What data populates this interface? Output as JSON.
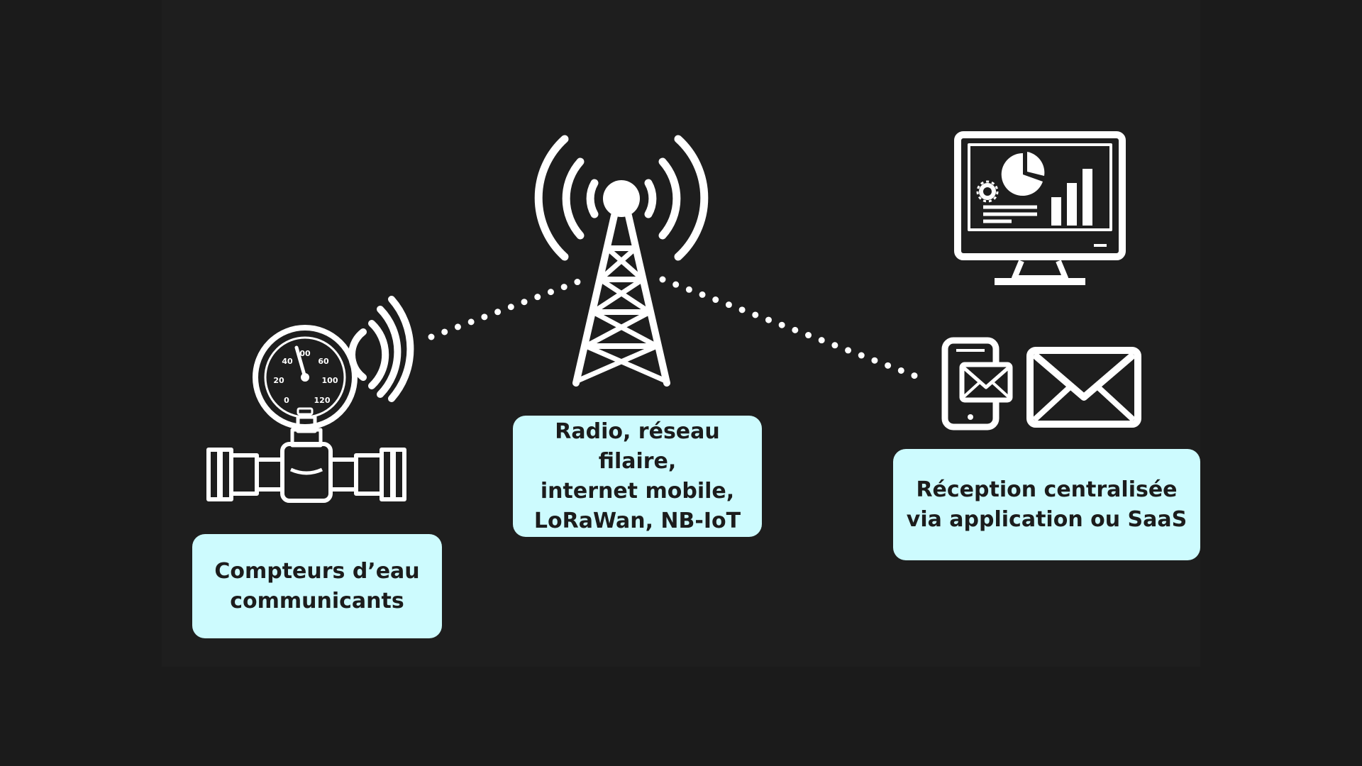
{
  "diagram": {
    "nodes": [
      {
        "id": "meter",
        "icon": "water-meter-icon",
        "label_lines": [
          "Compteurs d’eau",
          "communicants"
        ]
      },
      {
        "id": "network",
        "icon": "antenna-tower-icon",
        "label_lines": [
          "Radio, réseau filaire,",
          "internet mobile,",
          "LoRaWan, NB-IoT"
        ]
      },
      {
        "id": "reception",
        "icons": [
          "monitor-dashboard-icon",
          "smartphone-mail-icon",
          "envelope-icon"
        ],
        "label_lines": [
          "Réception centralisée",
          "via application ou SaaS"
        ]
      }
    ],
    "links": [
      {
        "from": "meter",
        "to": "network",
        "style": "dotted"
      },
      {
        "from": "network",
        "to": "reception",
        "style": "dotted"
      }
    ],
    "gauge_ticks": [
      "00",
      "20",
      "40",
      "60",
      "100",
      "0",
      "120"
    ],
    "colors": {
      "background": "#1b1b1b",
      "icon": "#ffffff",
      "label_box": "#cdfbfe",
      "label_text": "#1c1c1c"
    }
  }
}
